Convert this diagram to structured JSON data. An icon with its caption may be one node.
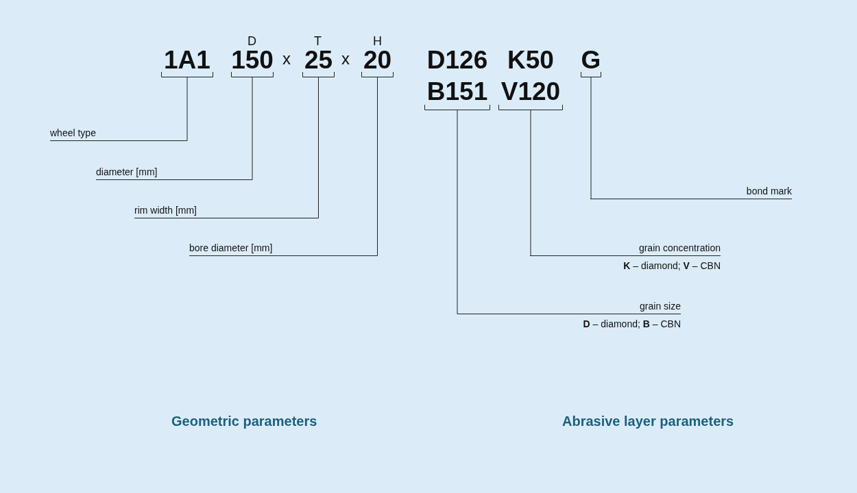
{
  "diagram": {
    "nodes": [
      {
        "text": [
          "1A1"
        ]
      },
      {
        "text": [
          "150"
        ],
        "beside": [
          "D"
        ]
      },
      {
        "text": [
          "25"
        ],
        "beside": [
          "T"
        ]
      },
      {
        "text": [
          "20"
        ],
        "beside": [
          "H"
        ]
      },
      {
        "text": [
          "D126",
          "B151"
        ]
      },
      {
        "text": [
          "K50",
          "V120"
        ]
      },
      {
        "text": [
          "G"
        ]
      },
      {
        "text": [
          "wheel type"
        ]
      },
      {
        "text": [
          "diameter [mm]"
        ]
      },
      {
        "text": [
          "rim width [mm]"
        ]
      },
      {
        "text": [
          "bore diameter [mm]"
        ]
      },
      {
        "text": [
          "bond mark"
        ]
      },
      {
        "text": [
          "grain concentration",
          "**K** – diamond; **V** – CBN"
        ]
      },
      {
        "text": [
          "grain size",
          "**D** – diamond; **B** – CBN"
        ]
      }
    ],
    "edges": [
      {
        "from": 7,
        "to": 0,
        "arrow": "none"
      },
      {
        "from": 8,
        "to": 1,
        "arrow": "none"
      },
      {
        "from": 9,
        "to": 2,
        "arrow": "none"
      },
      {
        "from": 10,
        "to": 3,
        "arrow": "none"
      },
      {
        "from": 11,
        "to": 6,
        "arrow": "none"
      },
      {
        "from": 12,
        "to": 5,
        "arrow": "none"
      },
      {
        "from": 13,
        "to": 4,
        "arrow": "none"
      }
    ],
    "labels": [
      "x",
      "x",
      "Geometric parameters",
      "Abrasive layer parameters"
    ]
  }
}
